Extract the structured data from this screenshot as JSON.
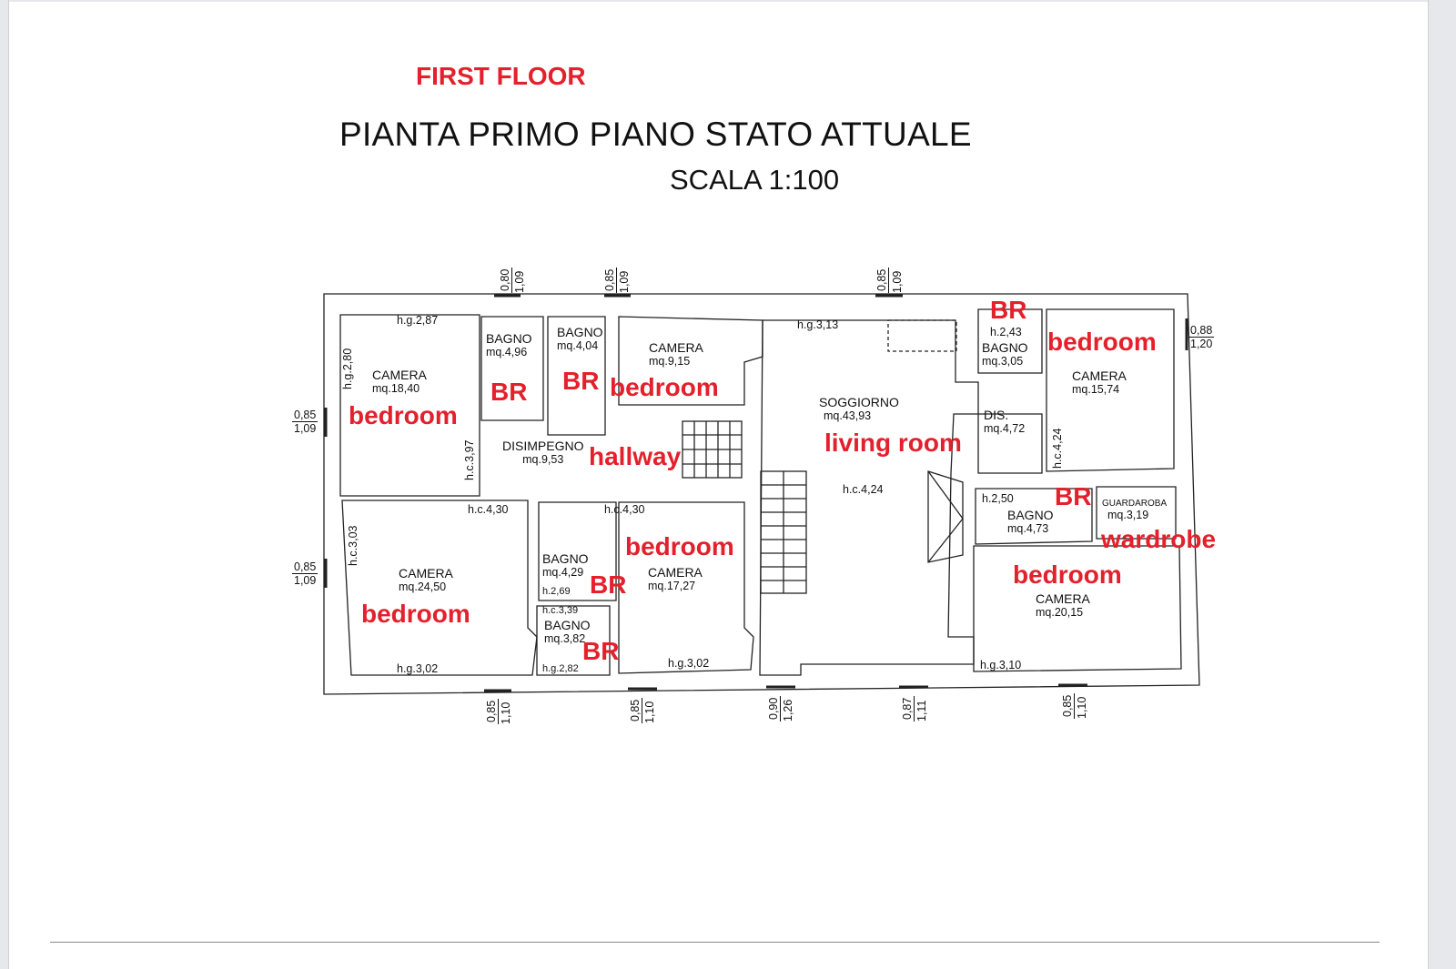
{
  "header": {
    "annotation": "FIRST FLOOR",
    "title": "PIANTA PRIMO PIANO STATO ATTUALE",
    "scale": "SCALA 1:100"
  },
  "rooms": [
    {
      "name": "CAMERA",
      "area": "mq.18,40"
    },
    {
      "name": "BAGNO",
      "area": "mq.4,96"
    },
    {
      "name": "BAGNO",
      "area": "mq.4,04"
    },
    {
      "name": "CAMERA",
      "area": "mq.9,15"
    },
    {
      "name": "DISIMPEGNO",
      "area": "mq.9,53"
    },
    {
      "name": "CAMERA",
      "area": "mq.24,50"
    },
    {
      "name": "BAGNO",
      "area": "mq.4,29"
    },
    {
      "name": "BAGNO",
      "area": "mq.3,82"
    },
    {
      "name": "CAMERA",
      "area": "mq.17,27"
    },
    {
      "name": "SOGGIORNO",
      "area": "mq.43,93"
    },
    {
      "name": "BAGNO",
      "area": "mq.3,05"
    },
    {
      "name": "CAMERA",
      "area": "mq.15,74"
    },
    {
      "name": "DIS.",
      "area": "mq.4,72"
    },
    {
      "name": "BAGNO",
      "area": "mq.4,73"
    },
    {
      "name": "GUARDAROBA",
      "area": "mq.3,19"
    },
    {
      "name": "CAMERA",
      "area": "mq.20,15"
    }
  ],
  "heights": [
    "h.g.2,87",
    "h.g.2,80",
    "h.c.3,97",
    "h.c.4,30",
    "h.c.4,30",
    "h.g.3,13",
    "h.2,43",
    "h.c.4,24",
    "h.c.4,24",
    "h.2,50",
    "h.c.3,03",
    "h.2,69",
    "h.c.3,39",
    "h.g.2,82",
    "h.g.3,02",
    "h.g.3,02",
    "h.g.3,10"
  ],
  "windows": [
    {
      "w": "0,80",
      "h": "1,09"
    },
    {
      "w": "0,85",
      "h": "1,09"
    },
    {
      "w": "0,85",
      "h": "1,09"
    },
    {
      "w": "0,85",
      "h": "1,09"
    },
    {
      "w": "0,85",
      "h": "1,09"
    },
    {
      "w": "0,88",
      "h": "1,20"
    },
    {
      "w": "0,85",
      "h": "1,10"
    },
    {
      "w": "0,85",
      "h": "1,10"
    },
    {
      "w": "0,90",
      "h": "1,26"
    },
    {
      "w": "0,87",
      "h": "1,11"
    },
    {
      "w": "0,85",
      "h": "1,10"
    }
  ],
  "annotations": [
    "bedroom",
    "BR",
    "BR",
    "bedroom",
    "hallway",
    "bedroom",
    "BR",
    "BR",
    "bedroom",
    "living room",
    "BR",
    "bedroom",
    "BR",
    "wardrobe",
    "bedroom"
  ],
  "colors": {
    "annotation": "#e3202b",
    "lines": "#222222"
  }
}
